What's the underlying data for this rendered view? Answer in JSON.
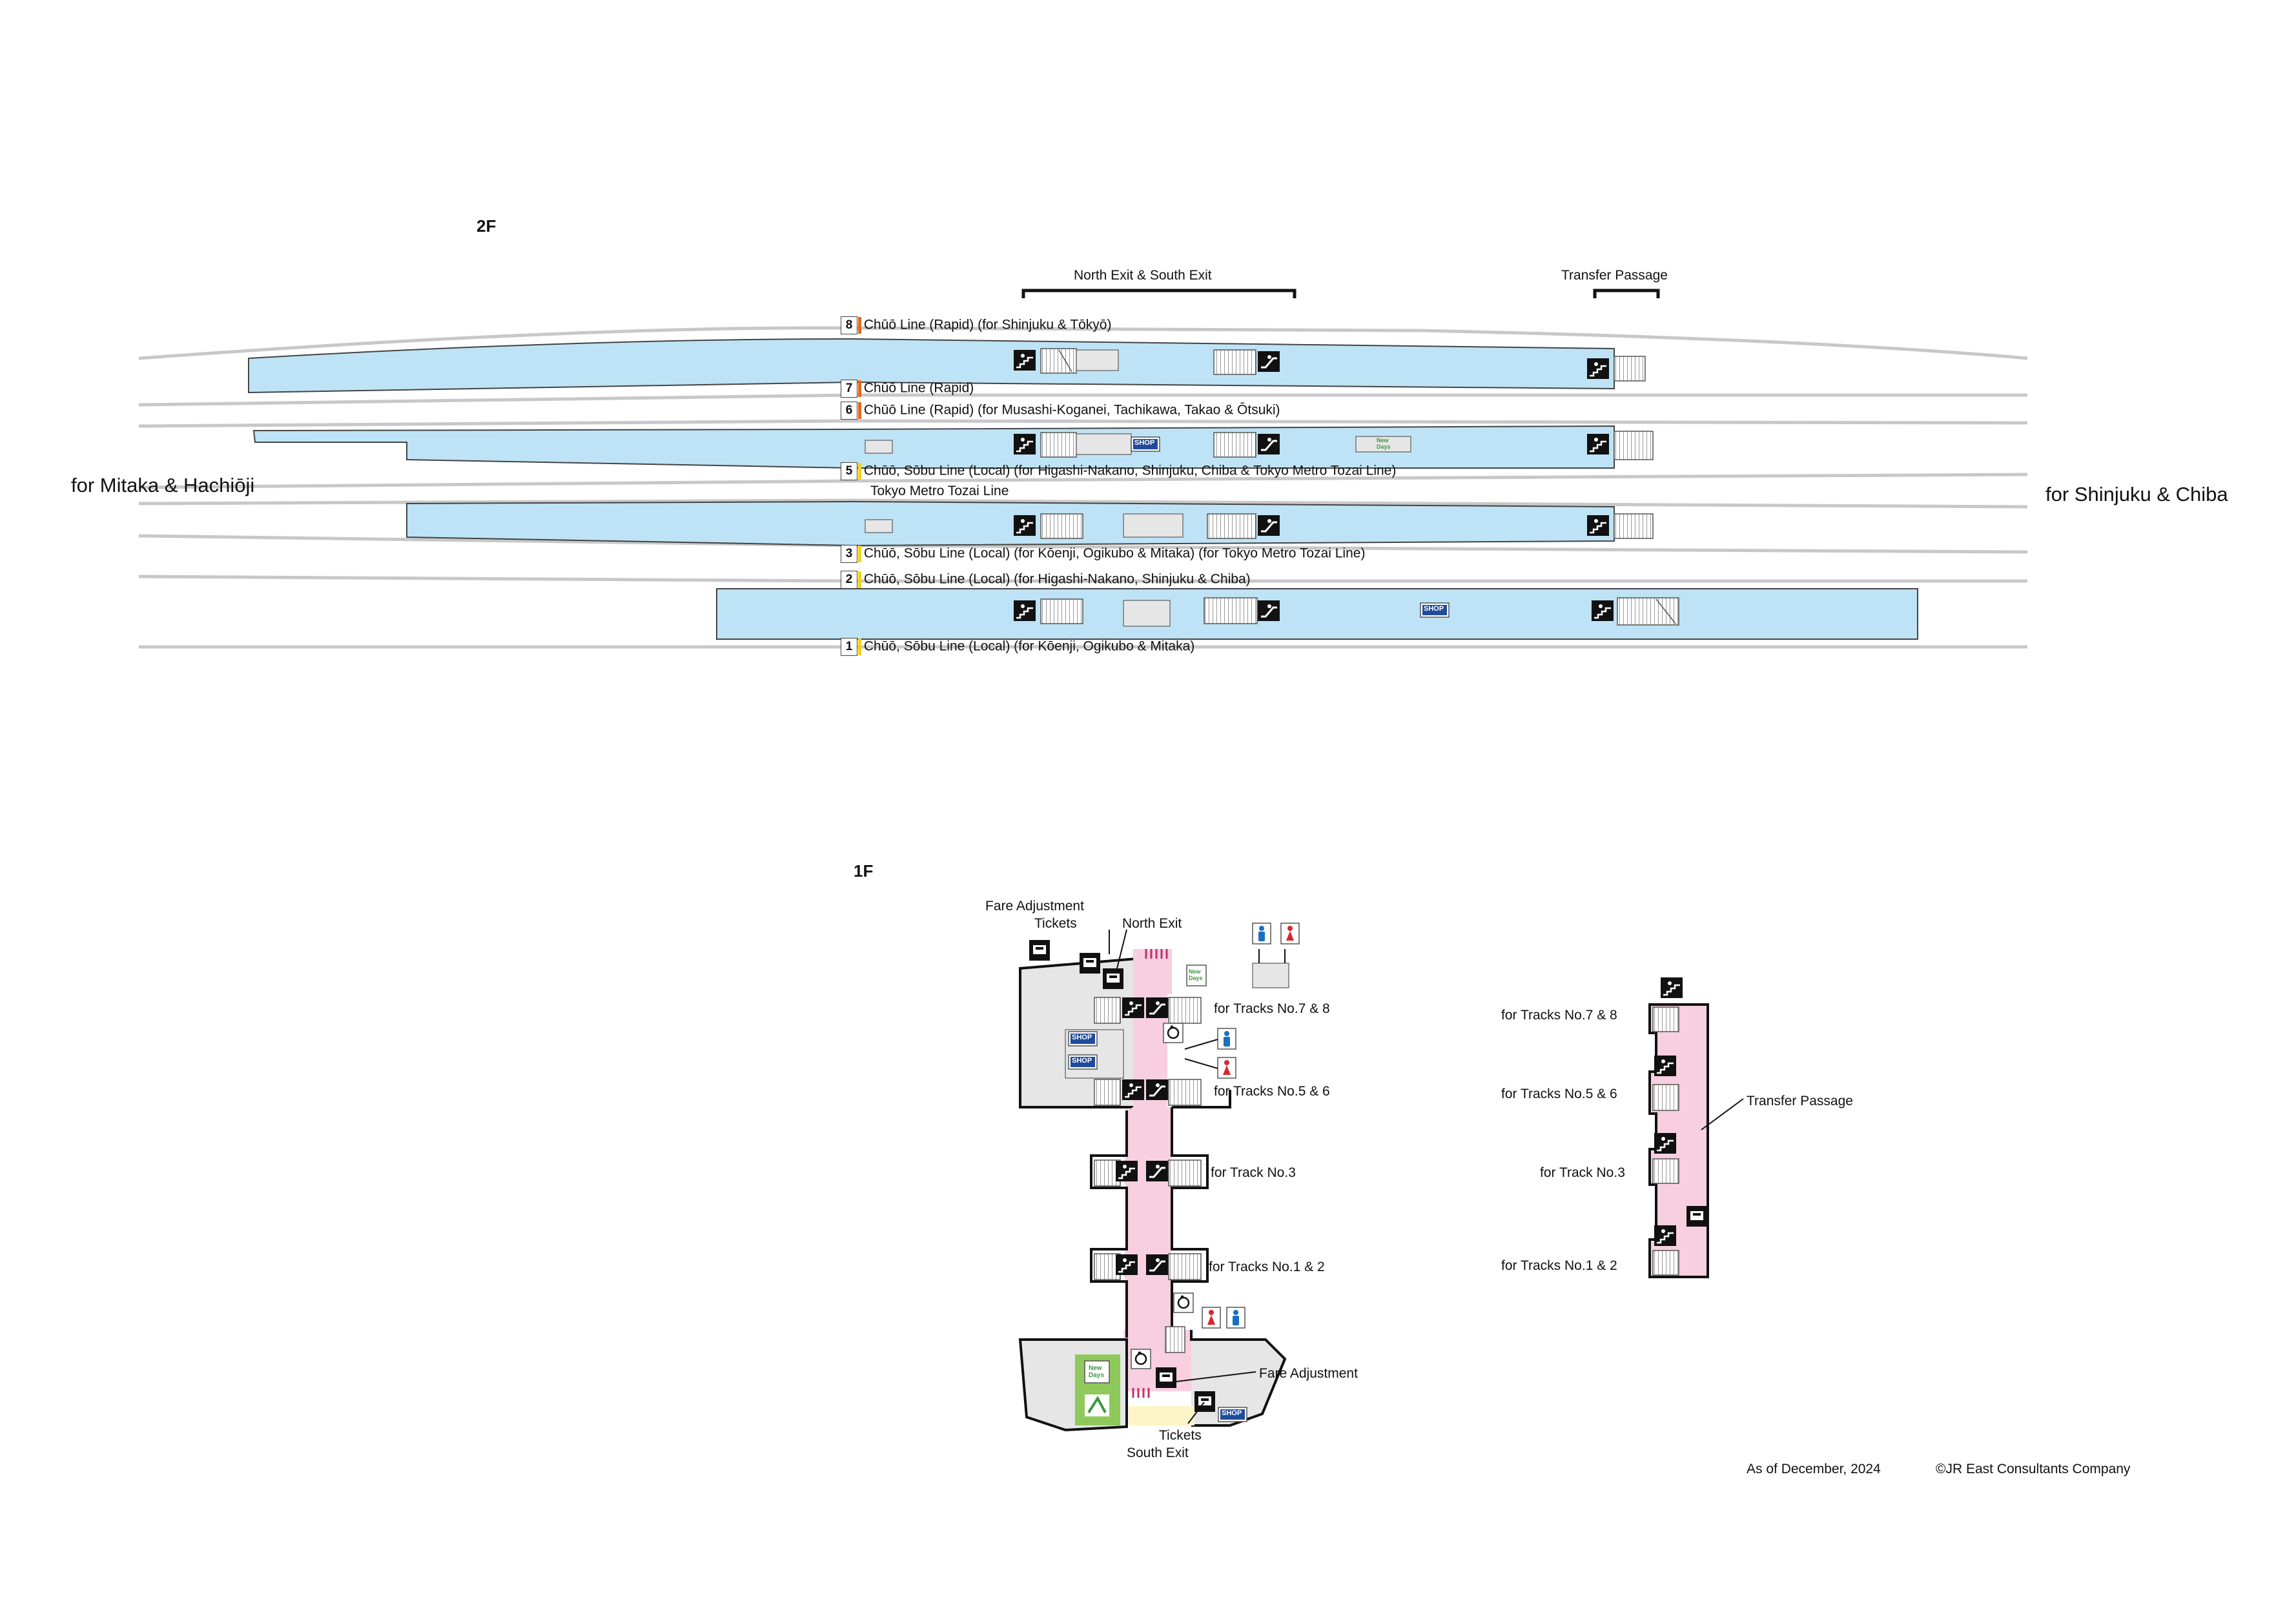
{
  "floors": {
    "upper": "2F",
    "lower": "1F"
  },
  "directions": {
    "west": "for Mitaka & Hachiōji",
    "east": "for Shinjuku & Chiba"
  },
  "upper_labels": {
    "exits": "North Exit & South Exit",
    "transfer": "Transfer Passage",
    "metro": "Tokyo Metro Tozai Line"
  },
  "tracks": [
    {
      "num": "8",
      "line": "rapid",
      "label": "Chūō Line (Rapid)  (for Shinjuku & Tōkyō)"
    },
    {
      "num": "7",
      "line": "rapid",
      "label": "Chūō Line (Rapid)"
    },
    {
      "num": "6",
      "line": "rapid",
      "label": "Chūō Line (Rapid)  (for Musashi-Koganei, Tachikawa, Takao & Ōtsuki)"
    },
    {
      "num": "5",
      "line": "local",
      "label": "Chūō, Sōbu Line (Local)  (for Higashi-Nakano, Shinjuku, Chiba & Tokyo Metro Tozai Line)"
    },
    {
      "num": "3",
      "line": "local",
      "label": "Chūō, Sōbu Line (Local)  (for Kōenji, Ogikubo & Mitaka)  (for Tokyo Metro Tozai Line)"
    },
    {
      "num": "2",
      "line": "local",
      "label": "Chūō, Sōbu Line (Local)  (for Higashi-Nakano, Shinjuku & Chiba)"
    },
    {
      "num": "1",
      "line": "local",
      "label": "Chūō, Sōbu Line (Local)  (for Kōenji, Ogikubo & Mitaka)"
    }
  ],
  "lower_labels": {
    "fare_adjustment_n": "Fare Adjustment",
    "tickets_n": "Tickets",
    "north_exit": "North Exit",
    "tracks_78": "for Tracks No.7 & 8",
    "tracks_56": "for Tracks No.5 & 6",
    "track_3": "for Track No.3",
    "tracks_12": "for Tracks No.1 & 2",
    "fare_adjustment_s": "Fare Adjustment",
    "tickets_s": "Tickets",
    "south_exit": "South Exit",
    "transfer_passage": "Transfer Passage",
    "t_tracks_78": "for Tracks No.7 & 8",
    "t_tracks_56": "for Tracks No.5 & 6",
    "t_track_3": "for Track No.3",
    "t_tracks_12": "for Tracks No.1 & 2"
  },
  "badges": {
    "shop": "SHOP",
    "newdays_1": "New",
    "newdays_2": "Days"
  },
  "footer": {
    "date": "As of December, 2024",
    "copyright": "©JR East Consultants Company"
  },
  "colors": {
    "platform": "#bfe3f6",
    "concourse": "#f7cfe0",
    "rapid": "#e06a1d",
    "local": "#f2d21b",
    "rail": "#c8c8c8",
    "building": "#e6e6e6",
    "green": "#8fc95b"
  },
  "icons": [
    "stairs-icon",
    "escalator-icon",
    "elevator-icon",
    "toilet-male-icon",
    "toilet-female-icon",
    "accessible-toilet-icon",
    "baby-room-icon",
    "ticket-machine-icon",
    "fare-adjustment-icon",
    "coin-locker-icon"
  ]
}
